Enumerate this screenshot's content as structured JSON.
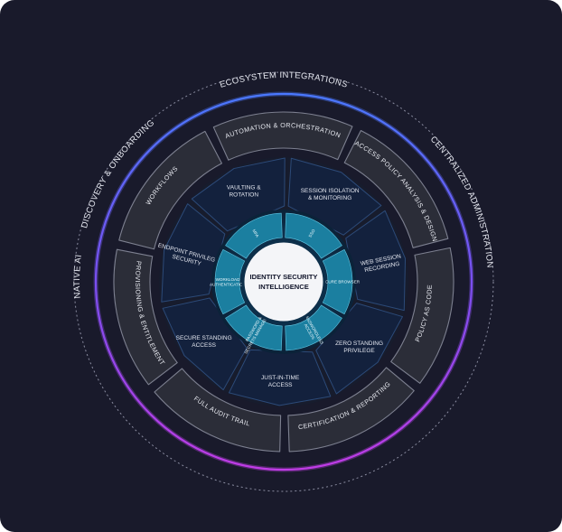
{
  "diagram": {
    "center": {
      "line1": "IDENTITY SECURITY",
      "line2": "INTELLIGENCE"
    },
    "outer_arc_labels": [
      "ECOSYSTEM INTEGRATIONS",
      "DISCOVERY & ONBOARDING",
      "CENTRALIZED ADMINISTRATION",
      "NATIVE AI"
    ],
    "capability_ring": [
      "AUTOMATION & ORCHESTRATION",
      "ACCESS POLICY ANALYSIS & DESIGN",
      "POLICY AS CODE",
      "CERTIFICATION & REPORTING",
      "FULL AUDIT TRAIL",
      "PROVISIONING & ENTITLEMENT",
      "WORKFLOWS"
    ],
    "control_ring": [
      [
        "SESSION ISOLATION",
        "& MONITORING"
      ],
      [
        "WEB SESSION",
        "RECORDING"
      ],
      [
        "ZERO STANDING",
        "PRIVILEGE"
      ],
      [
        "JUST-IN-TIME",
        "ACCESS"
      ],
      [
        "SECURE STANDING",
        "ACCESS"
      ],
      [
        "ENDPOINT PRIVILEGE",
        "SECURITY"
      ],
      [
        "VAULTING &",
        "ROTATION"
      ]
    ],
    "core_ring": [
      [
        "SSO"
      ],
      [
        "SECURE BROWSER"
      ],
      [
        "PASSWORDLESS",
        "ACCESS"
      ],
      [
        "PASSWORD &",
        "SECRETS MANAGEMENT"
      ],
      [
        "WORKLOAD",
        "AUTHENTICATION"
      ],
      [
        "MFA"
      ]
    ],
    "colors": {
      "background": "#191a2b",
      "segment_gray": "#2b2d38",
      "segment_navy": "#13213d",
      "core_teal": "#1b7fa0",
      "ring_blue": "#3d6cf0",
      "ring_purple": "#b33ce0"
    }
  }
}
